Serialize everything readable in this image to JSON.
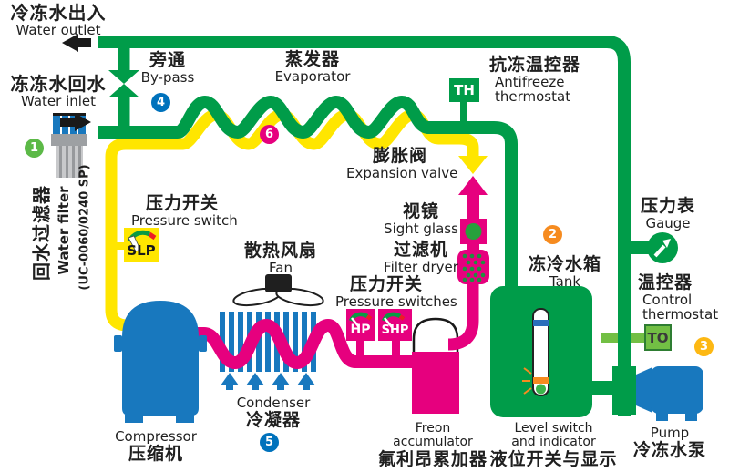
{
  "title": "Water chiller flow diagram",
  "labels": {
    "water_outlet": {
      "zh": "冷冻水出入",
      "en": "Water outlet"
    },
    "water_inlet": {
      "zh": "冻冻水回水",
      "en": "Water inlet"
    },
    "bypass": {
      "zh": "旁通",
      "en": "By-pass"
    },
    "evaporator": {
      "zh": "蒸发器",
      "en": "Evaporator"
    },
    "antifreeze": {
      "zh": "抗冻温控器",
      "en": "Antifreeze",
      "en2": "thermostat"
    },
    "expansion_valve": {
      "zh": "膨胀阀",
      "en": "Expansion valve"
    },
    "pressure_switch": {
      "zh": "压力开关",
      "en": "Pressure switch"
    },
    "fan": {
      "zh": "散热风扇",
      "en": "Fan"
    },
    "sight_glass": {
      "zh": "视镜",
      "en": "Sight glass"
    },
    "filter_dryer": {
      "zh": "过滤机",
      "en": "Filter dryer"
    },
    "pressure_switches": {
      "zh": "压力开关",
      "en": "Pressure switches"
    },
    "tank": {
      "zh": "冻冷水箱",
      "en": "Tank"
    },
    "gauge": {
      "zh": "压力表",
      "en": "Gauge"
    },
    "control_thermostat": {
      "zh": "温控器",
      "en": "Control",
      "en2": "thermostat"
    },
    "compressor": {
      "zh": "压缩机",
      "en": "Compressor"
    },
    "condenser": {
      "zh": "冷凝器",
      "en": "Condenser"
    },
    "freon_accumulator": {
      "zh": "氟利昂累加器",
      "en": "Freon",
      "en2": "accumulator"
    },
    "level_switch": {
      "zh": "液位开关与显示",
      "en": "Level switch",
      "en2": "and indicator"
    },
    "pump": {
      "zh": "冷冻水泵",
      "en": "Pump"
    },
    "water_filter": {
      "zh": "回水过滤器",
      "en": "Water filter",
      "model": "(UC-0060/0240 SP)"
    }
  },
  "badges": {
    "th": "TH",
    "to": "TO",
    "slp": "SLP",
    "hp": "HP",
    "shp": "SHP"
  },
  "markers": {
    "m1": "1",
    "m2": "2",
    "m3": "3",
    "m4": "4",
    "m5": "5",
    "m6": "6"
  },
  "colors": {
    "pipe_green": "#009c49",
    "pipe_yellow": "#ffe600",
    "pipe_pink": "#e6007e",
    "equipment_blue": "#1878be",
    "light_green_box": "#72bf44",
    "marker_green": "#5cb947",
    "marker_blue": "#0072bc",
    "marker_pink": "#e6007e",
    "marker_orange": "#f68b1f",
    "marker_gold": "#fdb813",
    "text": "#1f1f1f"
  }
}
